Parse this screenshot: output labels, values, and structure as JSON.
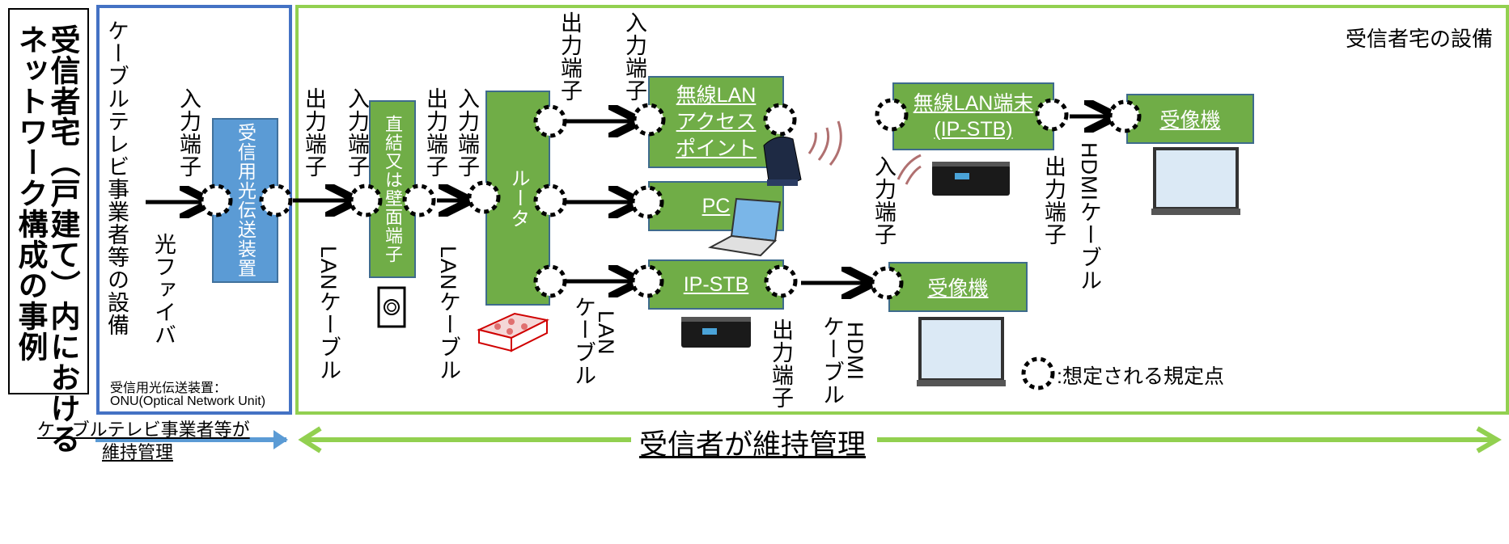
{
  "title": "受信者宅（戸建て）内におけるネットワーク構成の事例",
  "title_col1": "受信者宅（戸建て）内における",
  "title_col2": "ネットワーク構成の事例",
  "cable_section": {
    "label": "ケーブルテレビ事業者等の設備",
    "input_label": "入力端子",
    "fiber_label": "光ファイバ",
    "onu_box": "受信用光伝送装置",
    "onu_note_line1": "受信用光伝送装置：",
    "onu_note_line2": "ONU(Optical Network Unit)"
  },
  "home_section": {
    "label": "受信者宅の設備"
  },
  "labels": {
    "output_terminal": "出力端子",
    "input_terminal": "入力端子",
    "lan_cable": "LANケーブル",
    "lan_cable_split_1": "LAN",
    "lan_cable_split_2": "ケーブル",
    "hdmi_cable": "HDMIケーブル",
    "hdmi_split_1": "HDMI",
    "hdmi_split_2": "ケーブル"
  },
  "nodes": {
    "wall_outlet": "直結又は壁面端子",
    "router": "ルータ",
    "wlan_ap_1": "無線LAN",
    "wlan_ap_2": "アクセス",
    "wlan_ap_3": "ポイント",
    "pc": "PC",
    "ipstb": "IP-STB",
    "tv1": "受像機",
    "wlan_term_1": "無線LAN端末",
    "wlan_term_2": "(IP-STB)",
    "tv2": "受像機"
  },
  "legend": {
    "text": ":想定される規定点"
  },
  "bottom": {
    "operator_line1": "ケーブルテレビ事業者等が",
    "operator_line2": "維持管理",
    "receiver": "受信者が維持管理"
  },
  "colors": {
    "green": "#70ad47",
    "blue": "#5b9bd5",
    "blue_frame": "#4472c4",
    "green_frame": "#92d050",
    "arrow_blue": "#5b9bd5",
    "arrow_green": "#92d050"
  }
}
